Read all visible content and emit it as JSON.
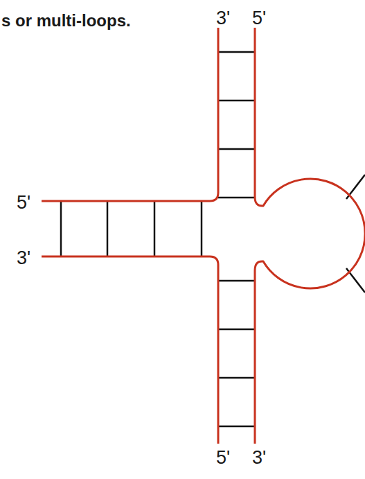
{
  "diagram": {
    "labels": [
      "s or multi-loops.",
      "3'",
      "5'",
      "5'",
      "3'",
      "5'",
      "3'"
    ]
  }
}
